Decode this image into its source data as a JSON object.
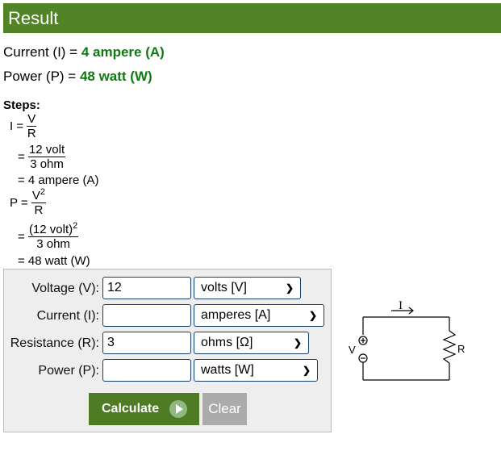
{
  "header": {
    "title": "Result"
  },
  "results": [
    {
      "label": "Current (I) = ",
      "value": "4 ampere (A)"
    },
    {
      "label": "Power (P) = ",
      "value": "48 watt (W)"
    }
  ],
  "steps": {
    "title": "Steps:",
    "current": {
      "lhs": "I = ",
      "formula_num": "V",
      "formula_den": "R",
      "sub_prefix": "= ",
      "sub_num": "12 volt",
      "sub_den": "3 ohm",
      "result": "= 4 ampere (A)"
    },
    "power": {
      "lhs": "P = ",
      "formula_num": "V",
      "formula_num_exp": "2",
      "formula_den": "R",
      "sub_prefix": "= ",
      "sub_num": "(12 volt)",
      "sub_num_exp": "2",
      "sub_den": "3 ohm",
      "result": "= 48 watt (W)"
    }
  },
  "form": {
    "rows": [
      {
        "label": "Voltage (V):",
        "value": "12",
        "unit": "volts [V]"
      },
      {
        "label": "Current (I):",
        "value": "",
        "unit": "amperes [A]"
      },
      {
        "label": "Resistance (R):",
        "value": "3",
        "unit": "ohms [Ω]"
      },
      {
        "label": "Power (P):",
        "value": "",
        "unit": "watts [W]"
      }
    ],
    "calculate_label": "Calculate",
    "clear_label": "Clear"
  },
  "diagram": {
    "current_label": "I",
    "voltage_label": "V",
    "resistor_label": "R",
    "plus": "+",
    "minus": "−"
  },
  "colors": {
    "header_bg": "#518426",
    "result_value": "#0f7a12",
    "calc_button": "#4e7b23",
    "clear_button": "#ababab"
  }
}
